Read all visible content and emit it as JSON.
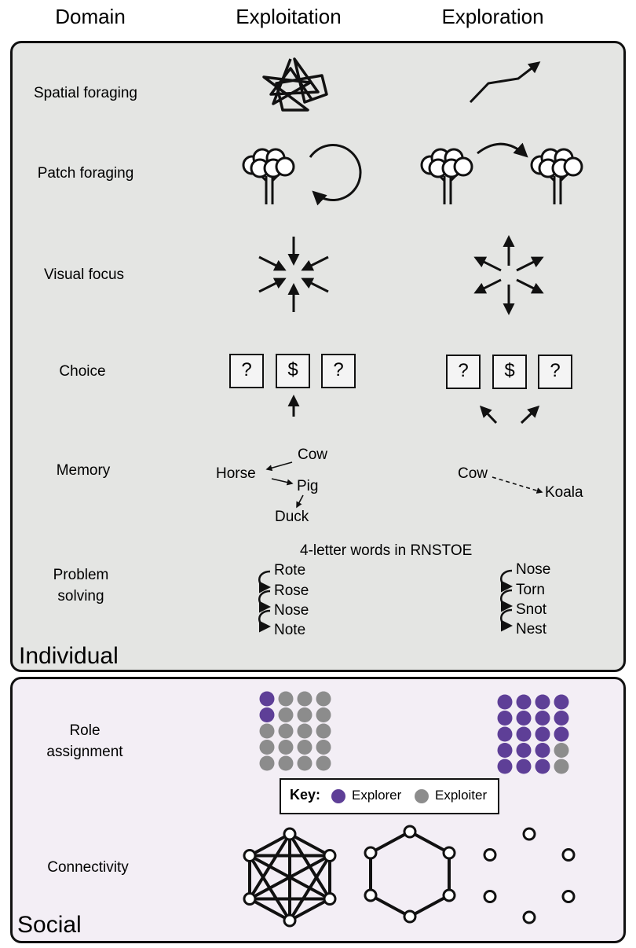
{
  "headers": {
    "domain": "Domain",
    "exploitation": "Exploitation",
    "exploration": "Exploration"
  },
  "panels": {
    "individual": "Individual",
    "social": "Social"
  },
  "rows": {
    "spatial": "Spatial foraging",
    "patch": "Patch foraging",
    "visual": "Visual focus",
    "choice": "Choice",
    "memory": "Memory",
    "problem_line1": "Problem",
    "problem_line2": "solving",
    "role_line1": "Role",
    "role_line2": "assignment",
    "connectivity": "Connectivity"
  },
  "choice_boxes": {
    "left": "?",
    "middle": "$",
    "right": "?"
  },
  "memory": {
    "exploit": [
      "Cow",
      "Horse",
      "Pig",
      "Duck"
    ],
    "explore": [
      "Cow",
      "Koala"
    ]
  },
  "problem": {
    "prompt": "4-letter words in RNSTOE",
    "exploit": [
      "Rote",
      "Rose",
      "Nose",
      "Note"
    ],
    "explore": [
      "Nose",
      "Torn",
      "Snot",
      "Nest"
    ]
  },
  "role_grid": {
    "exploit": [
      "purple",
      "gray",
      "gray",
      "gray",
      "purple",
      "gray",
      "gray",
      "gray",
      "gray",
      "gray",
      "gray",
      "gray",
      "gray",
      "gray",
      "gray",
      "gray",
      "gray",
      "gray",
      "gray",
      "gray"
    ],
    "explore": [
      "purple",
      "purple",
      "purple",
      "purple",
      "purple",
      "purple",
      "purple",
      "purple",
      "purple",
      "purple",
      "purple",
      "purple",
      "purple",
      "purple",
      "purple",
      "gray",
      "purple",
      "purple",
      "purple",
      "gray"
    ]
  },
  "key": {
    "title": "Key:",
    "explorer": "Explorer",
    "exploiter": "Exploiter"
  },
  "colors": {
    "explorer": "#5e3f97",
    "exploiter": "#8c8c8c",
    "individual_bg": "#e4e5e3",
    "social_bg": "#f3eef5"
  }
}
